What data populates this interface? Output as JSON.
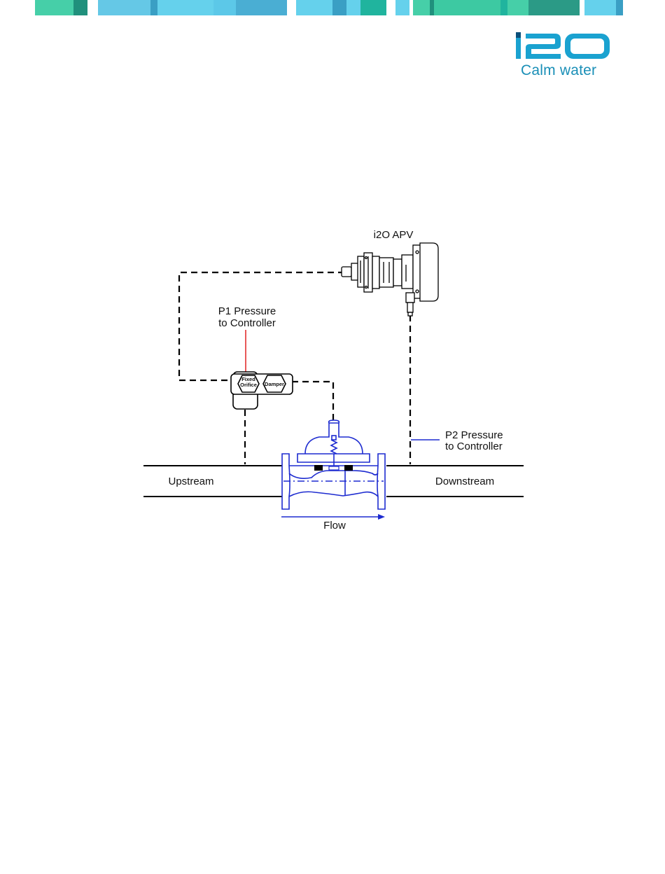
{
  "header": {
    "brand_text": "Calm water",
    "logo_text": "i2O",
    "band_colors": [
      "#46cfa8",
      "#20b49e",
      "#65d1ec",
      "#3a9fc4",
      "#2b8f7a"
    ]
  },
  "diagram": {
    "apv_label": "i2O APV",
    "p1_label_line1": "P1 Pressure",
    "p1_label_line2": "to Controller",
    "p2_label_line1": "P2 Pressure",
    "p2_label_line2": "to Controller",
    "fixed_orifice_line1": "Fixed",
    "fixed_orifice_line2": "Orifice",
    "damper_label": "Damper",
    "upstream_label": "Upstream",
    "downstream_label": "Downstream",
    "flow_label": "Flow",
    "colors": {
      "line": "#000000",
      "valve": "#1d2bd0",
      "p1_line": "#e02020",
      "p2_line": "#1d2bd0",
      "brand": "#1a8fb7"
    }
  }
}
